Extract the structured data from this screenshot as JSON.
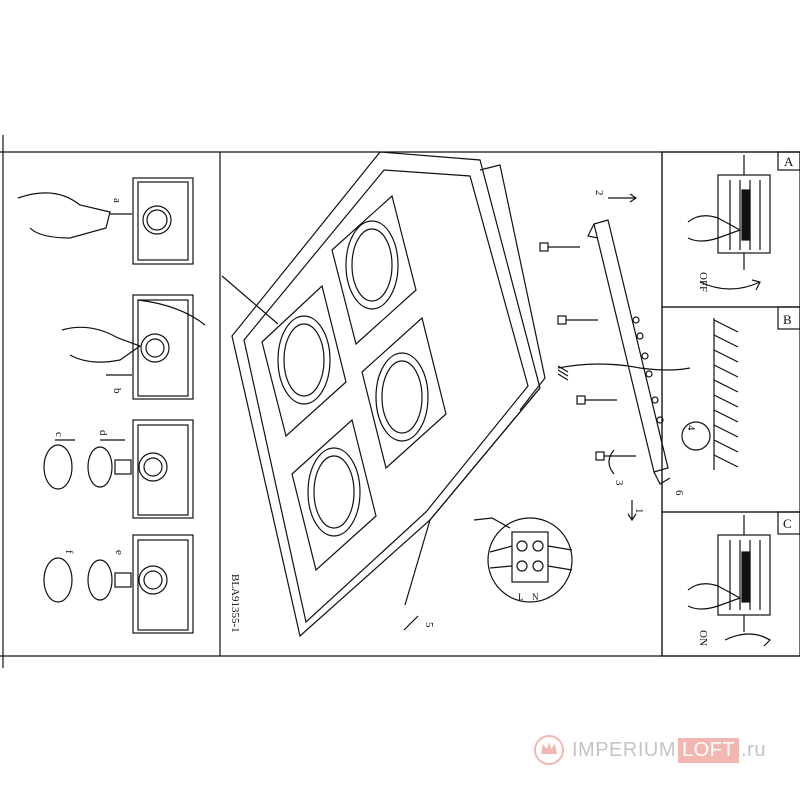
{
  "model_code": "BLA91355-1",
  "panels": [
    {
      "id": "A",
      "switch_label": "OFF"
    },
    {
      "id": "B"
    },
    {
      "id": "C",
      "switch_label": "ON"
    }
  ],
  "left_steps": [
    "a",
    "b",
    "c",
    "d",
    "e",
    "f"
  ],
  "center_steps": [
    "1",
    "2",
    "3",
    "4",
    "5",
    "6"
  ],
  "terminal_labels": [
    "L",
    "N"
  ],
  "watermark": {
    "part1": "IMPERIUM",
    "part2": "LOFT",
    "part3": ".ru"
  },
  "colors": {
    "line": "#111111",
    "watermark_grey": "#c4c4c4",
    "watermark_pink": "#f2b7b0"
  }
}
